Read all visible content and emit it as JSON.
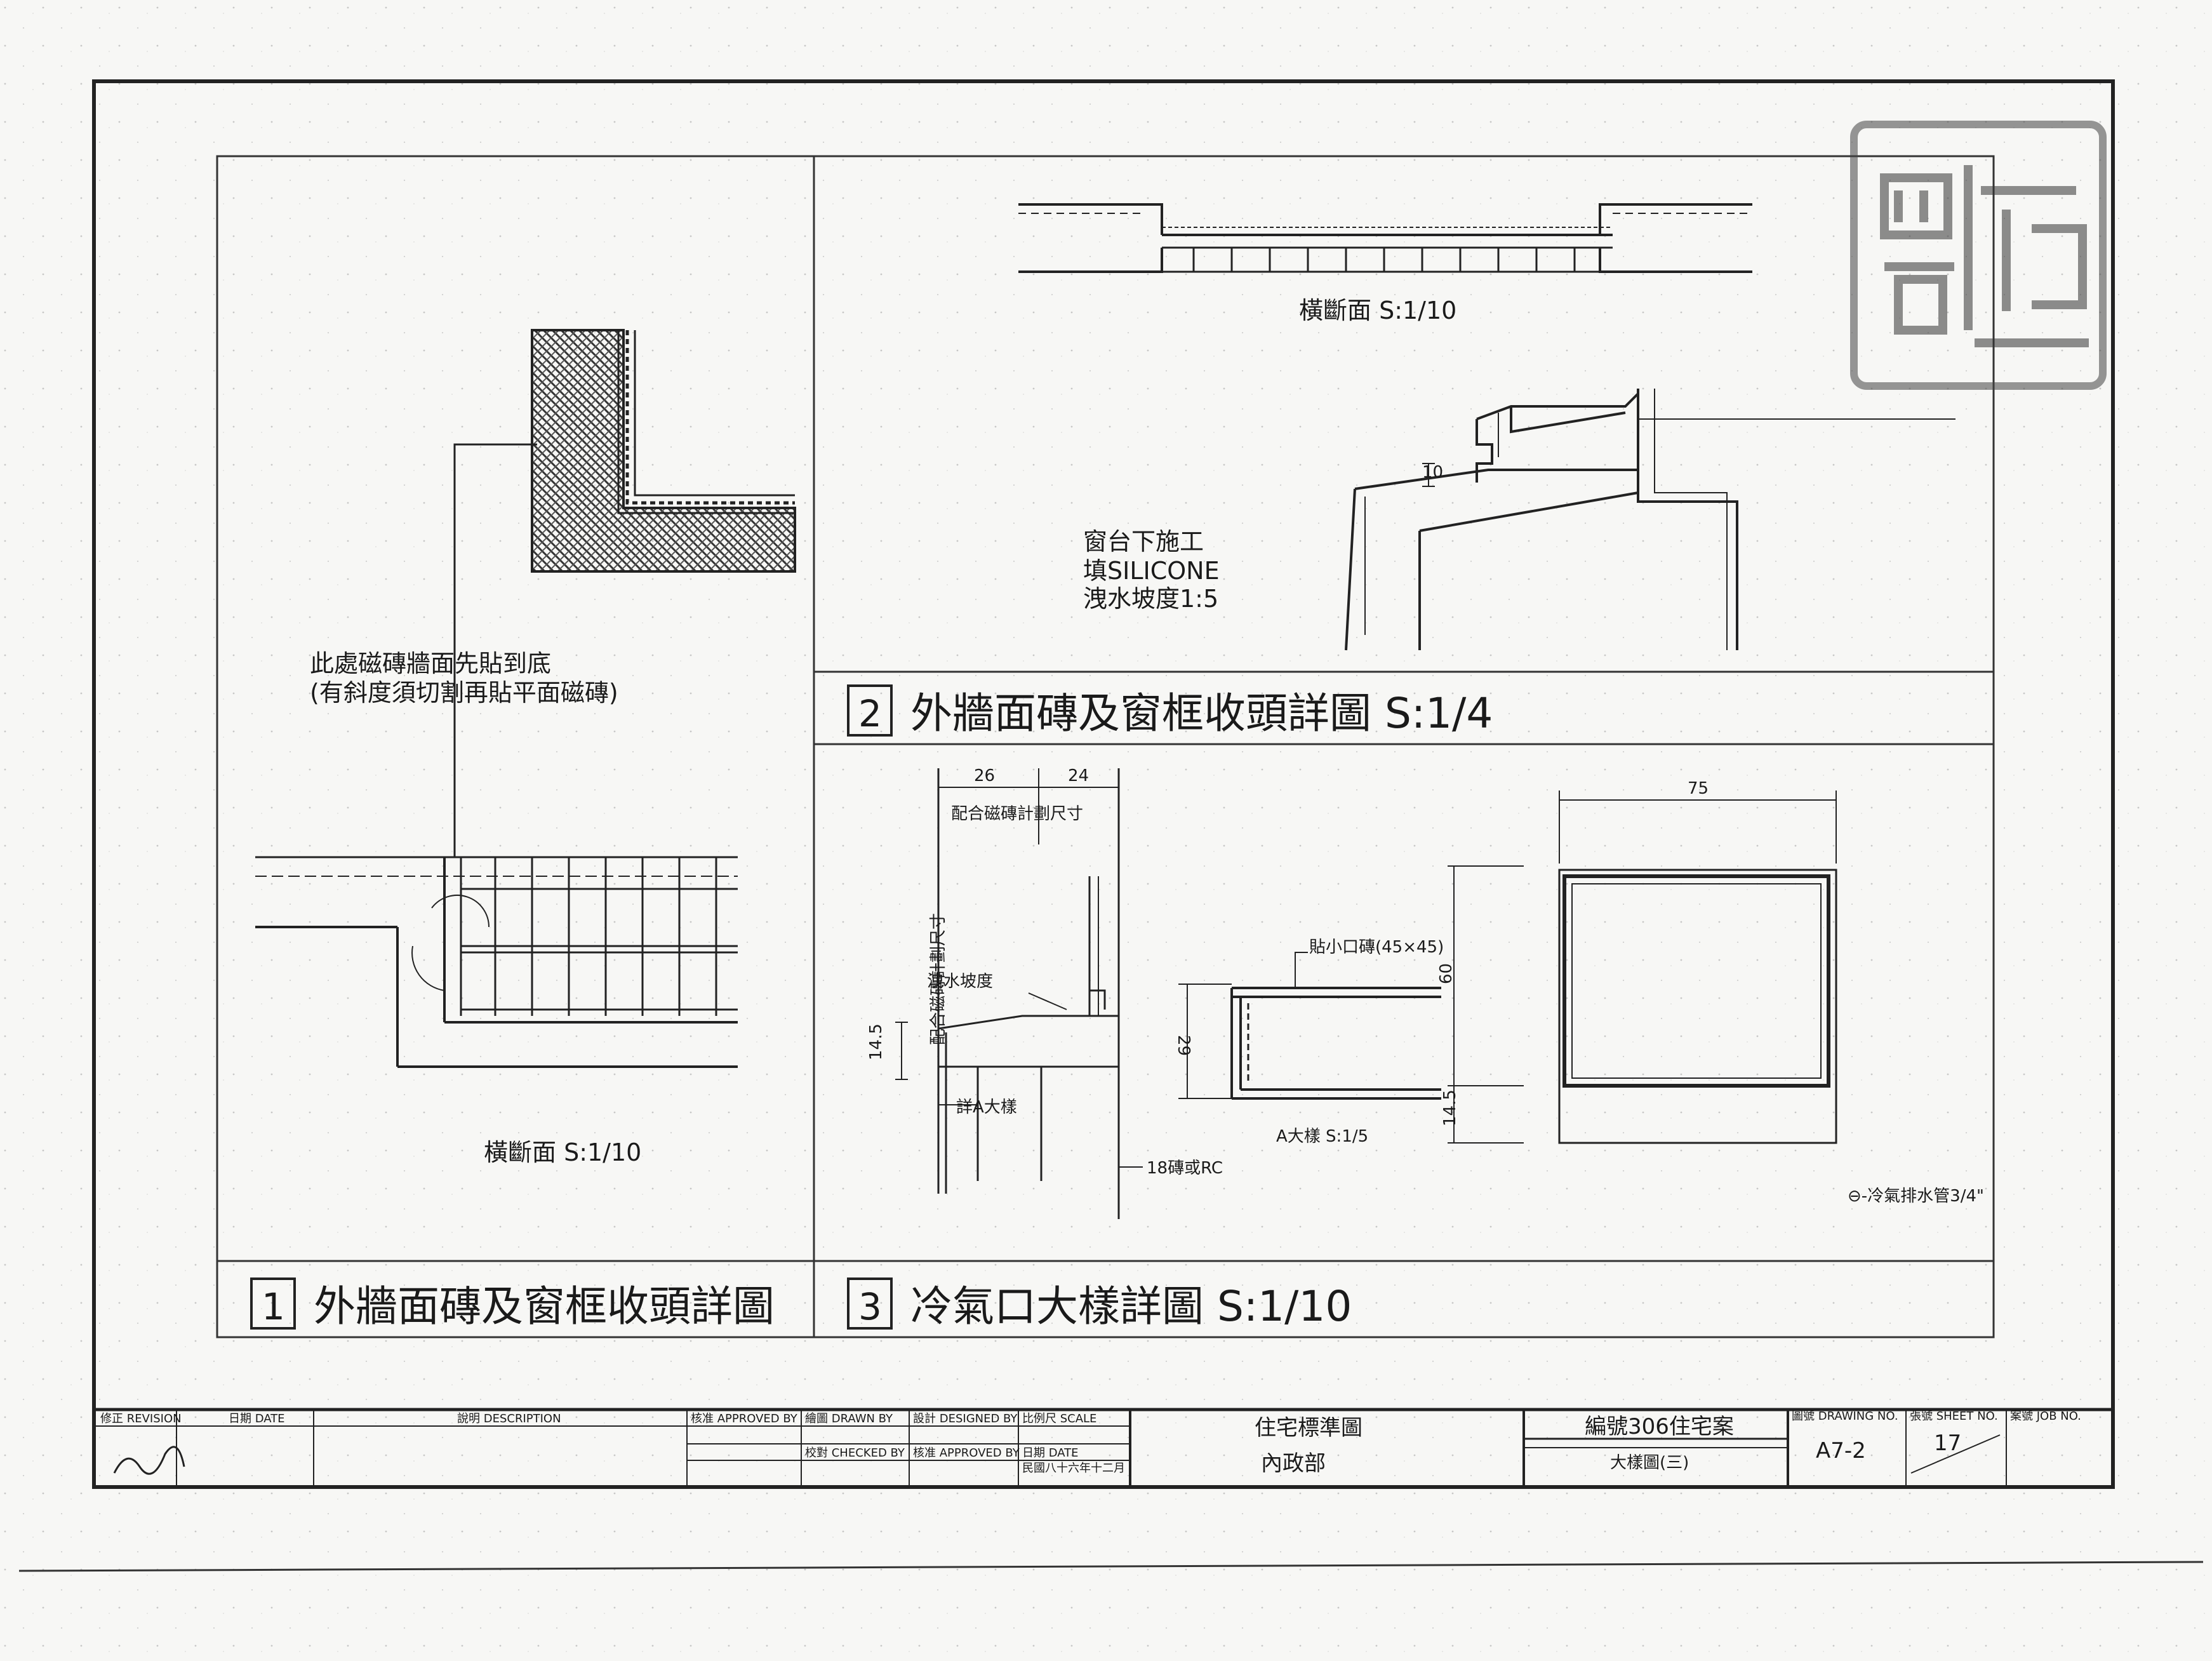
{
  "panel1": {
    "number": "1",
    "title": "外牆面磚及窗框收頭詳圖",
    "note_line1": "此處磁磚牆面先貼到底",
    "note_line2": "(有斜度須切割再貼平面磁磚)",
    "section_label": "橫斷面 S:1/10"
  },
  "panel2": {
    "number": "2",
    "title": "外牆面磚及窗框收頭詳圖 S:1/4",
    "section_label": "橫斷面 S:1/10",
    "note_line1": "窗台下施工",
    "note_line2": "填SILICONE",
    "note_line3": "洩水坡度1:5",
    "dim_10": "10"
  },
  "panel3": {
    "number": "3",
    "title": "冷氣口大樣詳圖 S:1/10",
    "dim_26": "26",
    "dim_24": "24",
    "tile_dim_note": "配合磁磚計劃尺寸",
    "slope_note": "洩水坡度",
    "side_dim_note": "配合磁磚計劃尺寸",
    "dim_145a": "14.5",
    "beam_label": "詳A大樣",
    "rc_label": "18磚或RC",
    "tile_note": "貼小口磚(45×45)",
    "dim_29": "29",
    "detail_label": "A大樣 S:1/5",
    "dim_75": "75",
    "dim_60": "60",
    "dim_145b": "14.5",
    "drain_note": "⊖-冷氣排水管3/4\""
  },
  "title_block": {
    "revision": "修正 REVISION",
    "date": "日期 DATE",
    "description": "說明 DESCRIPTION",
    "approved": "核准 APPROVED BY",
    "drawn": "繪圖 DRAWN BY",
    "designed": "設計 DESIGNED BY",
    "scale": "比例尺 SCALE",
    "checked": "校對 CHECKED BY",
    "approved2": "核准 APPROVED BY",
    "date2": "日期 DATE",
    "date_value": "民國八十六年十二月",
    "project_title": "住宅標準圖",
    "ministry": "內政部",
    "case_no": "編號306住宅案",
    "sheet_name": "大樣圖(三)",
    "drawing_no_label": "圖號 DRAWING NO.",
    "drawing_no": "A7-2",
    "sheet_no_label": "張號 SHEET NO.",
    "sheet_no": "17",
    "job_no_label": "案號 JOB NO."
  }
}
